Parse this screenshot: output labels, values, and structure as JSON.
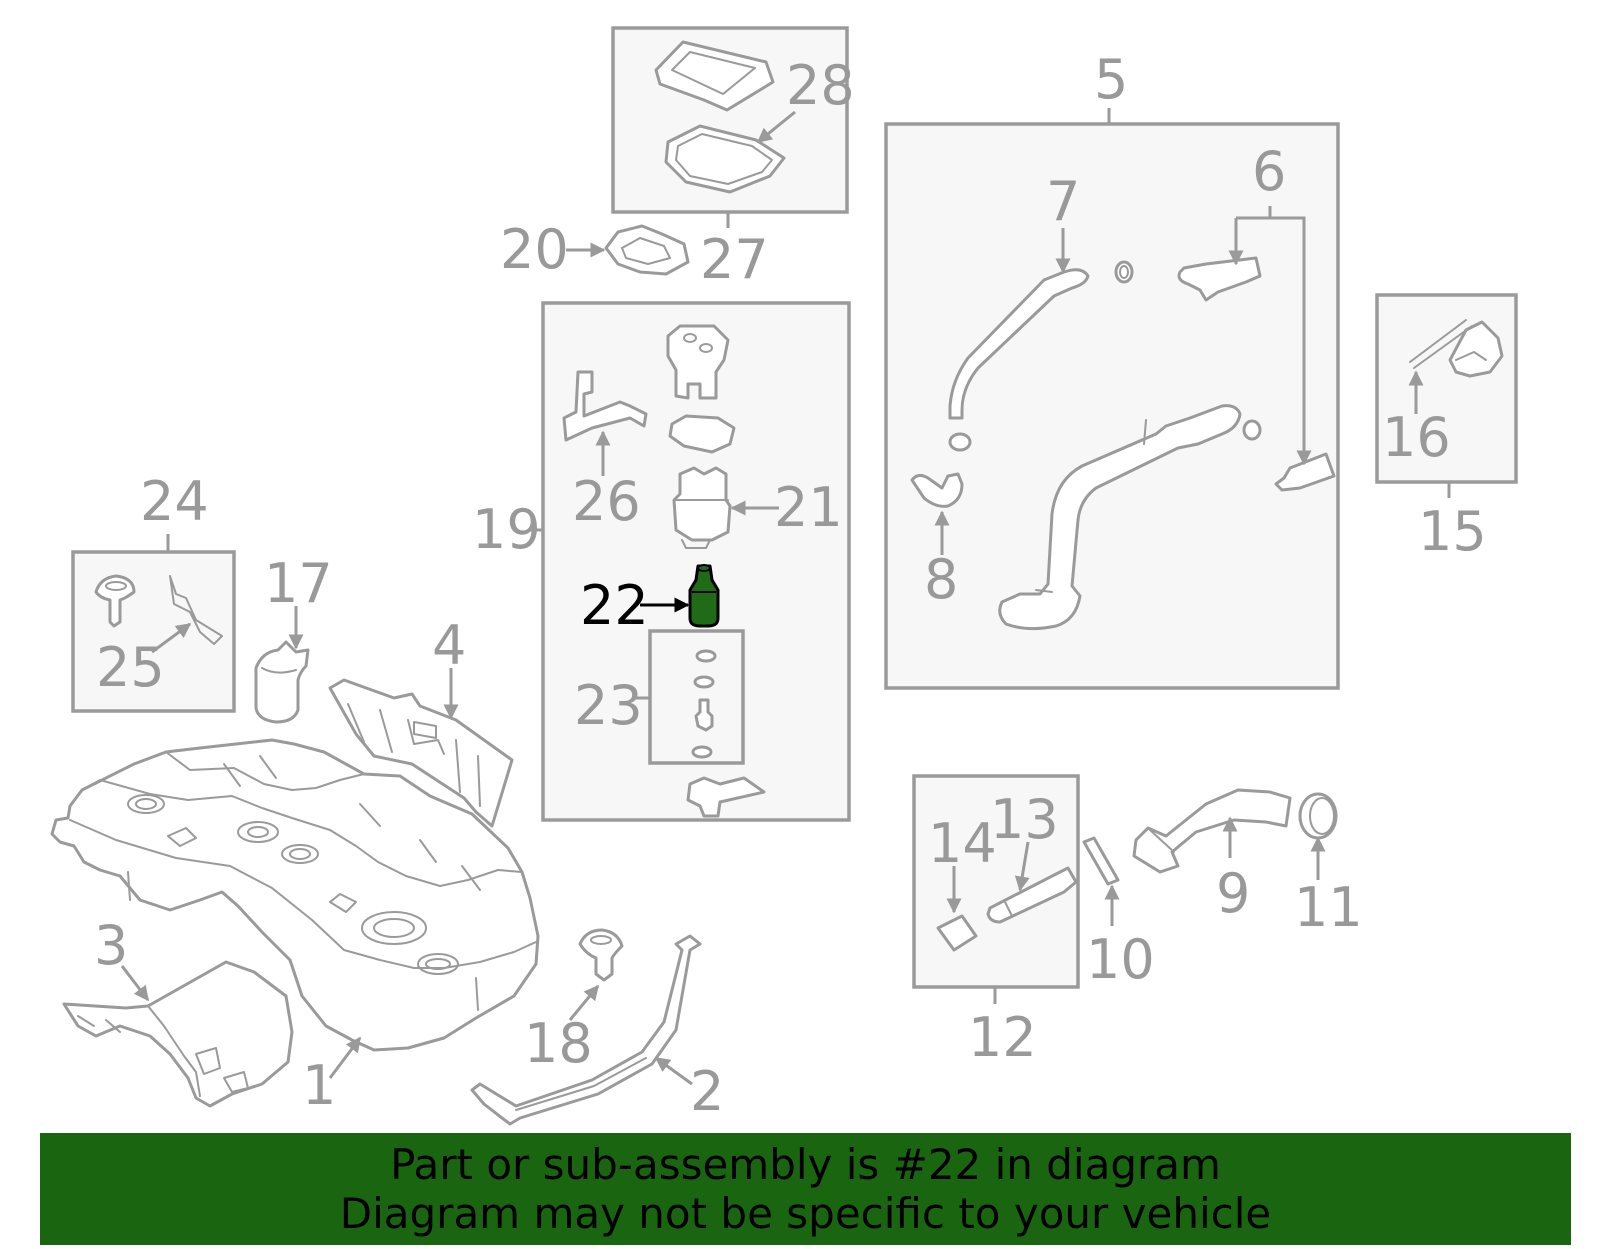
{
  "colors": {
    "line": "#9a9a9a",
    "label": "#999999",
    "highlight_part": "#1f6b16",
    "highlight_label": "#000000",
    "banner_bg": "#1a6610",
    "box_bg": "#f7f7f7"
  },
  "callouts": {
    "c1": "1",
    "c2": "2",
    "c3": "3",
    "c4": "4",
    "c5": "5",
    "c6": "6",
    "c7": "7",
    "c8": "8",
    "c9": "9",
    "c10": "10",
    "c11": "11",
    "c12": "12",
    "c13": "13",
    "c14": "14",
    "c15": "15",
    "c16": "16",
    "c17": "17",
    "c18": "18",
    "c19": "19",
    "c20": "20",
    "c21": "21",
    "c22": "22",
    "c23": "23",
    "c24": "24",
    "c25": "25",
    "c26": "26",
    "c27": "27",
    "c28": "28"
  },
  "highlighted_part": "22",
  "banner": {
    "line1": "Part or sub-assembly is #22 in diagram",
    "line2": "Diagram may not be specific to your vehicle"
  }
}
